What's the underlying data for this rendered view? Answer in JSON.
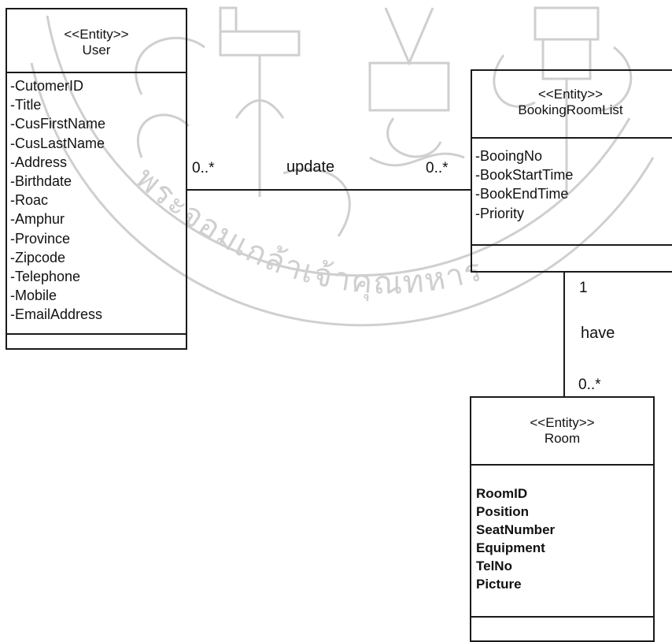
{
  "watermark_text": "พระจอมเกล้าเจ้าคุณทหาร",
  "entities": {
    "user": {
      "stereotype": "<<Entity>>",
      "name": "User",
      "attributes": [
        "-CutomerID",
        "-Title",
        "-CusFirstName",
        "-CusLastName",
        "-Address",
        "-Birthdate",
        "-Roac",
        "-Amphur",
        "-Province",
        "-Zipcode",
        "-Telephone",
        "-Mobile",
        "-EmailAddress"
      ]
    },
    "booking": {
      "stereotype": "<<Entity>>",
      "name": "BookingRoomList",
      "attributes": [
        "-BooingNo",
        "-BookStartTime",
        "-BookEndTime",
        "-Priority"
      ]
    },
    "room": {
      "stereotype": "<<Entity>>",
      "name": "Room",
      "attributes": [
        "RoomID",
        "Position",
        "SeatNumber",
        "Equipment",
        "TelNo",
        "Picture"
      ]
    }
  },
  "associations": {
    "update": {
      "label": "update",
      "mult_left": "0..*",
      "mult_right": "0..*"
    },
    "have": {
      "label": "have",
      "mult_top": "1",
      "mult_bottom": "0..*"
    }
  }
}
